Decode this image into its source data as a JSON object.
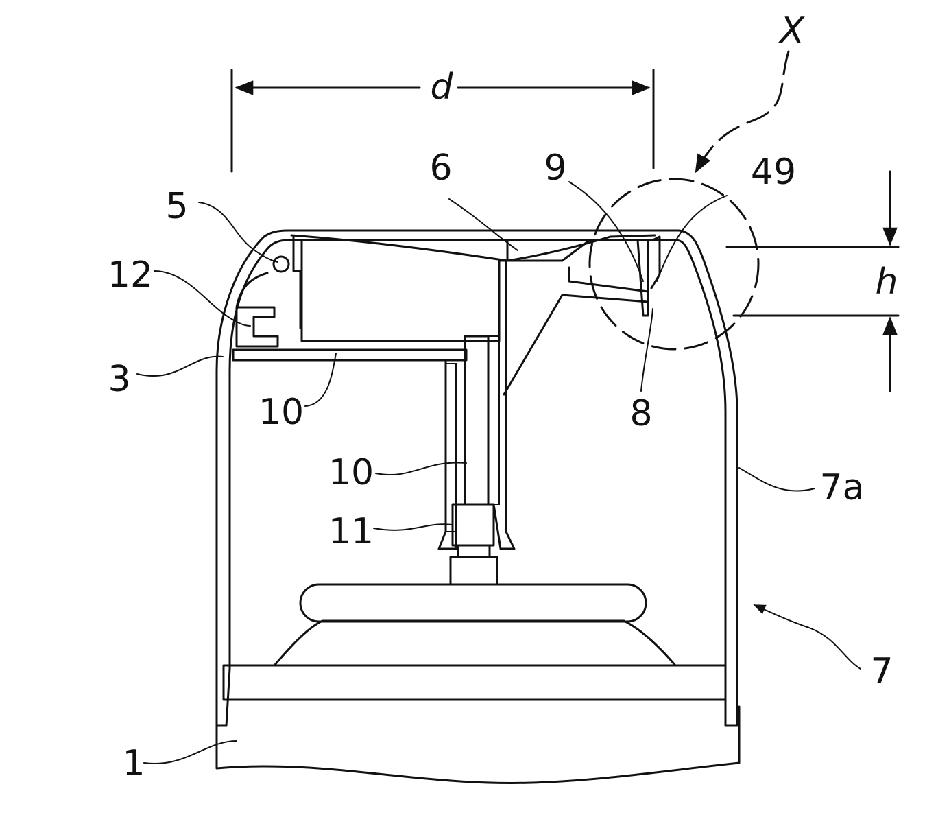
{
  "figure": {
    "dimension_labels": {
      "width": "d",
      "height": "h",
      "detail": "X"
    },
    "reference_numerals": {
      "n1": "1",
      "n3": "3",
      "n5": "5",
      "n6": "6",
      "n7": "7",
      "n7a": "7a",
      "n8": "8",
      "n9": "9",
      "n10_upper": "10",
      "n10_lower": "10",
      "n11": "11",
      "n12": "12",
      "n49": "49"
    }
  }
}
